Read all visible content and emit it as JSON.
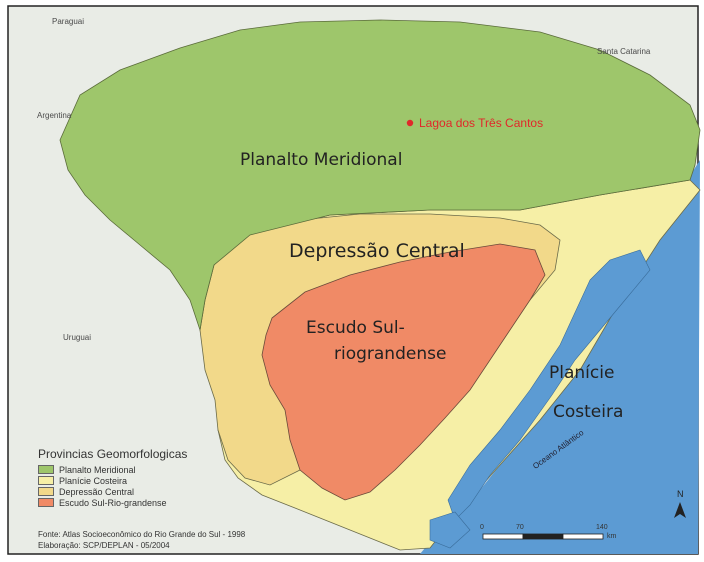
{
  "neighbors": {
    "paraguai": "Paraguai",
    "argentina": "Argentina",
    "santa_catarina": "Santa Catarina",
    "uruguai": "Uruguai"
  },
  "ocean_label": "Oceano Atlântico",
  "poi": {
    "label": "Lagoa dos Três Cantos",
    "color": "#e0282a"
  },
  "regions": {
    "planalto": "Planalto Meridional",
    "depressao": "Depressão Central",
    "escudo_line1": "Escudo Sul-",
    "escudo_line2": "riograndense",
    "planicie_line1": "Planície",
    "planicie_line2": "Costeira"
  },
  "legend": {
    "title": "Provincias Geomorfologicas",
    "items": [
      {
        "label": "Planalto Meridional",
        "color": "#9ec66b"
      },
      {
        "label": "Planície Costeira",
        "color": "#f6efa6"
      },
      {
        "label": "Depressão Central",
        "color": "#f2d98a"
      },
      {
        "label": "Escudo Sul-Rio-grandense",
        "color": "#f08a66"
      }
    ]
  },
  "source": {
    "line1": "Fonte: Atlas Socioeconômico do Rio Grande do Sul - 1998",
    "line2": "Elaboração: SCP/DEPLAN - 05/2004"
  },
  "scale": {
    "labels": [
      "0",
      "70",
      "140"
    ],
    "unit": "km"
  },
  "north": "N",
  "colors": {
    "ocean": "#5c9bd3",
    "surrounding": "#e9ece6",
    "frame": "#222222"
  }
}
